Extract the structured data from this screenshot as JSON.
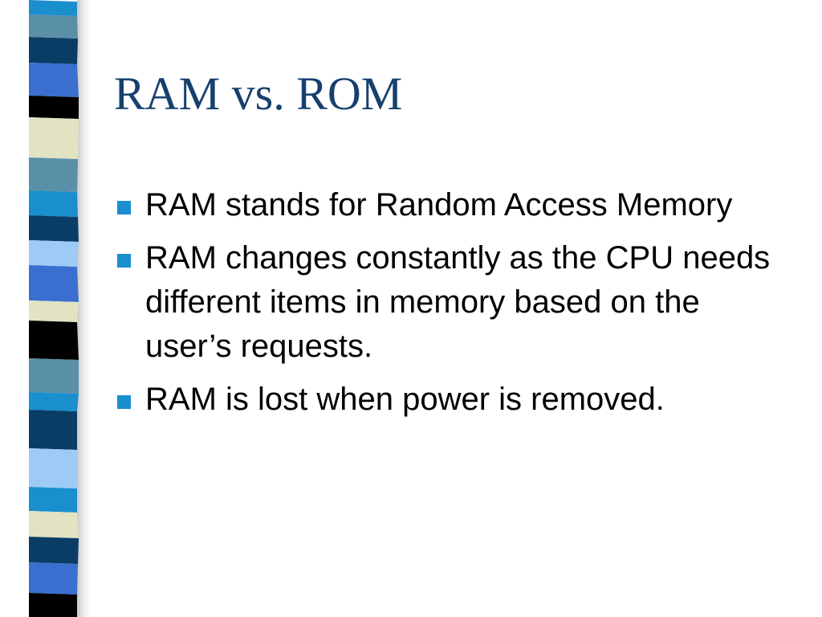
{
  "slide": {
    "title": "RAM vs. ROM",
    "bullets": [
      {
        "text": "RAM stands for Random Access Memory"
      },
      {
        "text": "RAM changes constantly as the CPU needs different items in memory based on the user’s requests."
      },
      {
        "text": "RAM is lost when power is removed."
      }
    ]
  },
  "colors": {
    "title": "#16406e",
    "bullet_marker": "#1a8fce",
    "body_text": "#000000",
    "background": "#ffffff"
  },
  "icons": {
    "bullet": "square-bullet-icon",
    "decoration": "striped-banner-decoration"
  }
}
